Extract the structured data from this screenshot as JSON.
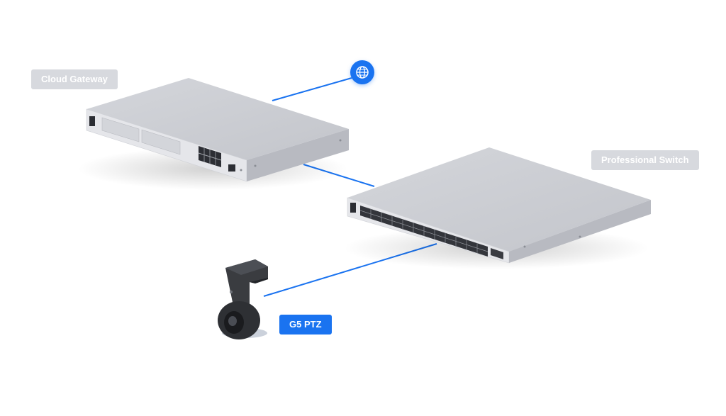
{
  "diagram": {
    "nodes": {
      "cloud_gateway": {
        "label": "Cloud Gateway",
        "icon": "cloud-gateway-device-icon"
      },
      "professional_switch": {
        "label": "Professional Switch",
        "icon": "network-switch-icon"
      },
      "g5_ptz": {
        "label": "G5 PTZ",
        "icon": "ptz-camera-icon"
      },
      "internet": {
        "icon": "globe-icon"
      }
    },
    "edges": [
      {
        "from": "internet",
        "to": "cloud_gateway"
      },
      {
        "from": "cloud_gateway",
        "to": "professional_switch"
      },
      {
        "from": "professional_switch",
        "to": "g5_ptz"
      }
    ],
    "colors": {
      "link": "#1a73f0",
      "label_gray": "#d7d9de",
      "label_blue": "#1a73f0",
      "device_body": "#c9cbd1"
    }
  }
}
